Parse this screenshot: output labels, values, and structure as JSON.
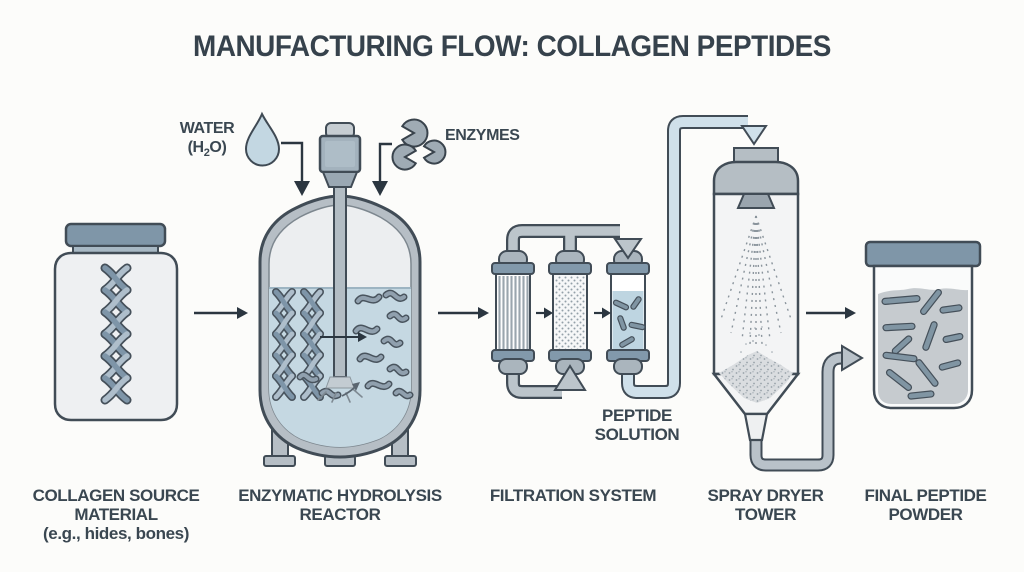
{
  "title": "MANUFACTURING FLOW: COLLAGEN PEPTIDES",
  "inputs": {
    "water": {
      "name": "WATER",
      "formula_pre": "(H",
      "formula_sub": "2",
      "formula_post": "O)",
      "icon": "water-droplet-icon"
    },
    "enzymes": {
      "name": "ENZYMES",
      "icon": "enzyme-pacman-icon"
    }
  },
  "stages": [
    {
      "key": "collagen-source",
      "icon": "jar-collagen-helix-icon",
      "lines": [
        "COLLAGEN SOURCE",
        "MATERIAL",
        "(e.g., hides, bones)"
      ]
    },
    {
      "key": "hydrolysis-reactor",
      "icon": "stirred-tank-reactor-icon",
      "lines": [
        "ENZYMATIC HYDROLYSIS",
        "REACTOR"
      ]
    },
    {
      "key": "filtration-system",
      "icon": "filter-columns-icon",
      "lines": [
        "FILTRATION SYSTEM"
      ]
    },
    {
      "key": "spray-dryer",
      "icon": "spray-dryer-tower-icon",
      "lines": [
        "SPRAY DRYER",
        "TOWER"
      ]
    },
    {
      "key": "final-powder",
      "icon": "jar-powder-icon",
      "lines": [
        "FINAL PEPTIDE",
        "POWDER"
      ]
    }
  ],
  "annotations": {
    "peptide_solution": {
      "lines": [
        "PEPTIDE",
        "SOLUTION"
      ]
    }
  },
  "colors": {
    "background": "#fcfcfa",
    "ink_outline": "#414c56",
    "text": "#3a4751",
    "lid_blue": "#7f96a8",
    "flange_blue": "#8299ab",
    "liquid_blue": "#c5d8e2",
    "pipe_gray": "#b9c2c9",
    "pipe_blue": "#cfe0ea",
    "metal_gray": "#b5bec4",
    "powder_gray": "#c6cbcf",
    "arrow_black": "#2b3640"
  }
}
